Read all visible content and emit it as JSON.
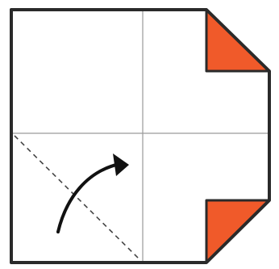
{
  "diagram": {
    "elements": [
      "paper-square-outline",
      "vertical-crease-line",
      "horizontal-crease-line",
      "top-right-folded-corner",
      "bottom-right-folded-corner",
      "diagonal-valley-fold-line",
      "fold-direction-arrow"
    ]
  },
  "colors": {
    "outline": "#2a2a2a",
    "crease": "#9a9a9a",
    "folded_corner_fill": "#f05a2a",
    "folded_corner_stroke": "#2a2a2a",
    "dashed_fold": "#444444",
    "arrow": "#111111",
    "background": "#ffffff"
  }
}
